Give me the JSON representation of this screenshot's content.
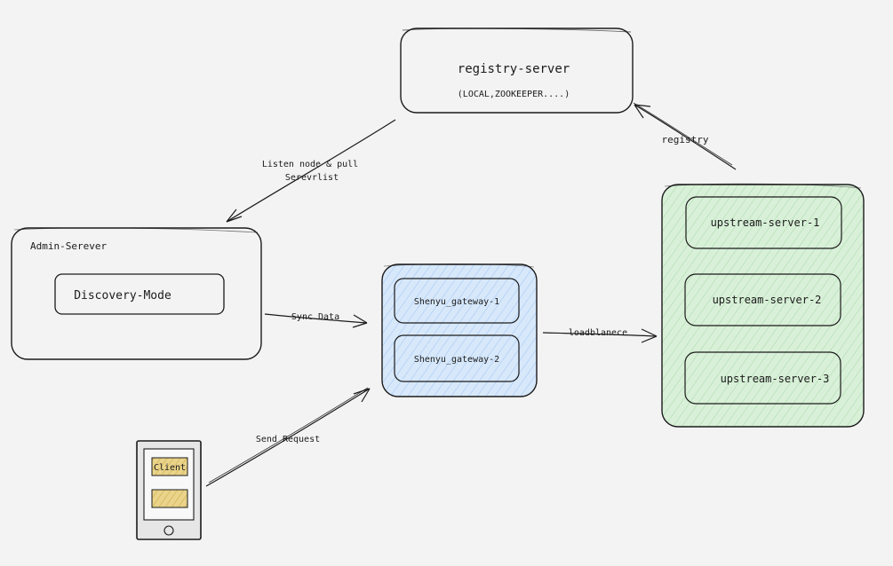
{
  "diagram": {
    "nodes": {
      "registry_server": {
        "title": "registry-server",
        "subtitle": "(LOCAL,ZOOKEEPER....)"
      },
      "admin_server": {
        "title": "Admin-Serever",
        "discovery_mode": "Discovery-Mode"
      },
      "gateway_group": {
        "gateway_1": "Shenyu_gateway-1",
        "gateway_2": "Shenyu_gateway-2"
      },
      "upstream_group": {
        "server_1": "upstream-server-1",
        "server_2": "upstream-server-2",
        "server_3": "upstream-server-3"
      },
      "client_device": {
        "client_label": "Client",
        "empty_panel_label": ""
      }
    },
    "edges": {
      "listen_node_line_1": "Listen node & pull",
      "listen_node_line_2": "Serevrlist",
      "sync_data": "Sync Data",
      "loadbalance": "loadblanece",
      "send_request": "Send Request",
      "registry": "registry"
    },
    "colors": {
      "background": "#f3f3f4",
      "stroke": "#1b1b1b",
      "gateway_fill": "#d7e8fb",
      "upstream_fill": "#d8f0d8",
      "client_fill": "#ead38a",
      "device_fill": "#e6e6e6"
    }
  }
}
